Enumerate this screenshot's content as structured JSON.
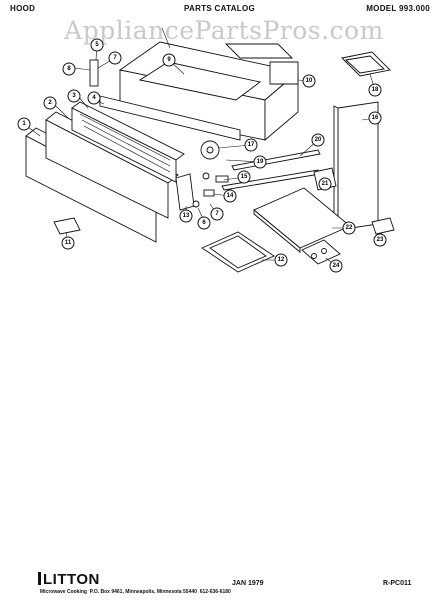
{
  "header": {
    "left": "HOOD",
    "center": "PARTS CATALOG",
    "right": "MODEL 993.000"
  },
  "watermark": "AppliancePartsPros.com",
  "callouts": [
    "1",
    "2",
    "3",
    "4",
    "5",
    "6",
    "7",
    "7",
    "8",
    "9",
    "10",
    "11",
    "12",
    "13",
    "14",
    "15",
    "16",
    "17",
    "18",
    "19",
    "20",
    "21",
    "22",
    "23",
    "24"
  ],
  "footer": {
    "brand": "LITTON",
    "subline": "Microwave Cooking",
    "address": "P.O. Box 9461, Minneapolis, Minnesota 55440",
    "phone": "612-636-6180",
    "date": "JAN 1979",
    "code": "R-PC011"
  }
}
